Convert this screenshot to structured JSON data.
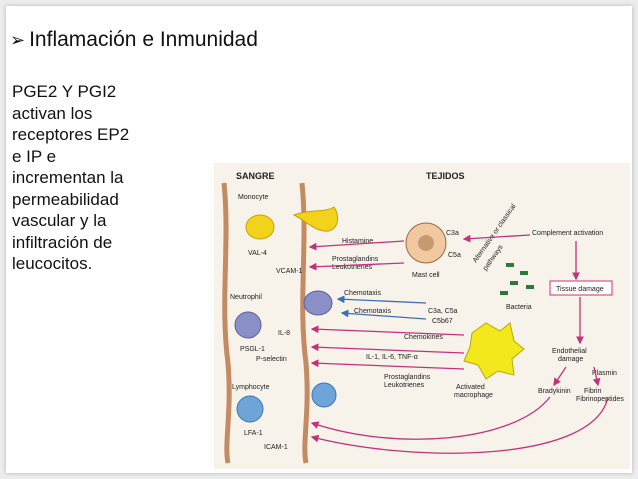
{
  "slide": {
    "title": "Inflamación e Inmunidad",
    "body_lines": [
      "PGE2 Y PGI2",
      "activan los",
      "receptores EP2",
      "e IP e",
      "incrementan la",
      "permeabilidad",
      "vascular y la",
      "infiltración de",
      "leucocitos."
    ]
  },
  "figure": {
    "header_blood": "SANGRE",
    "header_tissue": "TEJIDOS",
    "labels": {
      "monocyte": "Monocyte",
      "val4": "VAL-4",
      "vcam1": "VCAM-1",
      "neutrophil": "Neutrophil",
      "il8": "IL-8",
      "psgl1": "PSGL-1",
      "pselectin": "P-selectin",
      "lymphocyte": "Lymphocyte",
      "lfa1": "LFA-1",
      "icam1": "ICAM-1",
      "histamine": "Histamine",
      "prostaglandins1": "Prostaglandins",
      "leukotrienes1": "Leukotrienes",
      "c3a": "C3a",
      "c5a": "C5a",
      "mast_cell": "Mast cell",
      "alt_pathways_1": "Alternative or classical",
      "alt_pathways_2": "pathways",
      "complement": "Complement activation",
      "tissue_damage": "Tissue damage",
      "bacteria": "Bacteria",
      "chemotaxis1": "Chemotaxis",
      "chemotaxis2": "Chemotaxis",
      "c3a_c5a": "C3a, C5a",
      "c5b67": "C5b67",
      "chemokines": "Chemokines",
      "il_list": "IL-1, IL-6, TNF-α",
      "prostaglandins2": "Prostaglandins",
      "leukotrienes2": "Leukotrienes",
      "activated_1": "Activated",
      "activated_2": "macrophage",
      "endothelial_1": "Endothelial",
      "endothelial_2": "damage",
      "plasmin": "Plasmin",
      "bradykinin": "Bradykinin",
      "fibrin": "Fibrin",
      "fibrinopeptides": "Fibrinopeptides"
    },
    "colors": {
      "arrow": "#c0337a",
      "arrow_blue": "#3b6fb4",
      "vessel": "#c48a62",
      "monocyte": "#f2d21b",
      "neutrophil": "#8b8fc8",
      "lymphocyte": "#6fa4d8",
      "tissue_damage": "#d6306f"
    }
  }
}
